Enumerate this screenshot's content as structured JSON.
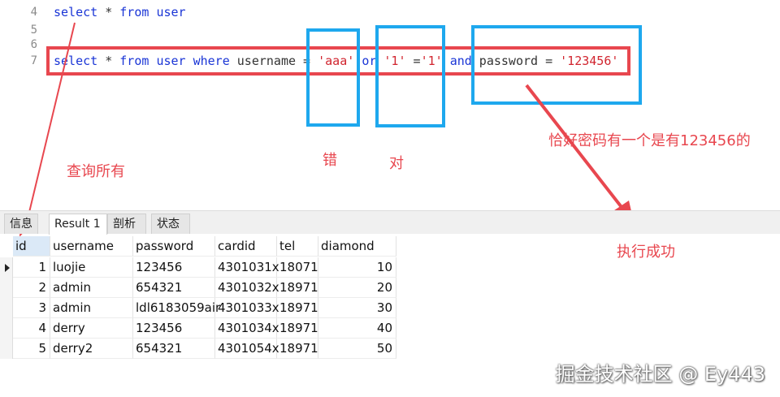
{
  "editor": {
    "lines": [
      {
        "num": "4",
        "segments": [
          {
            "t": "select",
            "c": "kw"
          },
          {
            "t": " * ",
            "c": "id"
          },
          {
            "t": "from",
            "c": "kw"
          },
          {
            "t": " ",
            "c": "id"
          },
          {
            "t": "user",
            "c": "kw"
          }
        ]
      },
      {
        "num": "5",
        "segments": []
      },
      {
        "num": "6",
        "segments": []
      },
      {
        "num": "7",
        "segments": [
          {
            "t": "select",
            "c": "kw"
          },
          {
            "t": " * ",
            "c": "id"
          },
          {
            "t": "from",
            "c": "kw"
          },
          {
            "t": " ",
            "c": "id"
          },
          {
            "t": "user",
            "c": "kw"
          },
          {
            "t": " ",
            "c": "id"
          },
          {
            "t": "where",
            "c": "kw"
          },
          {
            "t": " username = ",
            "c": "id"
          },
          {
            "t": "'aaa'",
            "c": "str"
          },
          {
            "t": " ",
            "c": "id"
          },
          {
            "t": "or",
            "c": "kw"
          },
          {
            "t": " ",
            "c": "id"
          },
          {
            "t": "'1'",
            "c": "str"
          },
          {
            "t": " =",
            "c": "id"
          },
          {
            "t": "'1'",
            "c": "str"
          },
          {
            "t": " ",
            "c": "id"
          },
          {
            "t": "and",
            "c": "kw"
          },
          {
            "t": " password = ",
            "c": "id"
          },
          {
            "t": "'123456'",
            "c": "str"
          }
        ]
      }
    ]
  },
  "annotations": {
    "query_all": "查询所有",
    "wrong": "错",
    "right": "对",
    "coincidence": "恰好密码有一个是有123456的",
    "success": "执行成功"
  },
  "colors": {
    "annotation_red": "#e8474f",
    "annotation_blue": "#1ea8ee",
    "keyword": "#1a35d6",
    "string": "#d1252f"
  },
  "tabs": [
    {
      "label": "信息",
      "active": false
    },
    {
      "label": "Result 1",
      "active": true
    },
    {
      "label": "剖析",
      "active": false
    },
    {
      "label": "状态",
      "active": false
    }
  ],
  "table": {
    "columns": [
      "id",
      "username",
      "password",
      "cardid",
      "tel",
      "diamond"
    ],
    "rows": [
      [
        "1",
        "luojie",
        "123456",
        "4301031x",
        "18071",
        "10"
      ],
      [
        "2",
        "admin",
        "654321",
        "4301032x",
        "18971",
        "20"
      ],
      [
        "3",
        "admin",
        "ldl6183059air",
        "4301033x",
        "18971",
        "30"
      ],
      [
        "4",
        "derry",
        "123456",
        "4301034x",
        "18971",
        "40"
      ],
      [
        "5",
        "derry2",
        "654321",
        "4301054x",
        "18971",
        "50"
      ]
    ]
  },
  "watermark": "掘金技术社区 @ Ey443"
}
